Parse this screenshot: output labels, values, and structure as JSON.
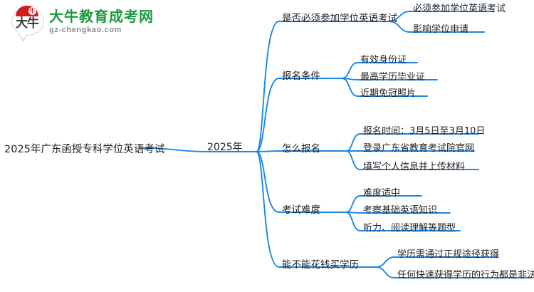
{
  "brand": {
    "logo_icon": "cow-speech-bubble-logo",
    "title": "大牛教育成考网",
    "domain": "gz-chengkao.com",
    "title_color": "#1a9a3c",
    "cap_color": "#cf1d1d"
  },
  "mindmap": {
    "line_color": "#1a87e8",
    "root": {
      "label": "2025年广东函授专科学位英语考试"
    },
    "level1": {
      "label": "2025年"
    },
    "branches": [
      {
        "label": "是否必须参加学位英语考试",
        "children": [
          "必须参加学位英语考试",
          "影响学位申请"
        ]
      },
      {
        "label": "报名条件",
        "children": [
          "有效身份证",
          "最高学历毕业证",
          "近期免冠照片"
        ]
      },
      {
        "label": "怎么报名",
        "children": [
          "报名时间：3月5日至3月10日",
          "登录广东省教育考试院官网",
          "填写个人信息并上传材料"
        ]
      },
      {
        "label": "考试难度",
        "children": [
          "难度适中",
          "考察基础英语知识",
          "听力、阅读理解等题型"
        ]
      },
      {
        "label": "能不能花钱买学历",
        "children": [
          "学历需通过正规途径获得",
          "任何快速获得学历的行为都是非法的"
        ]
      }
    ]
  }
}
